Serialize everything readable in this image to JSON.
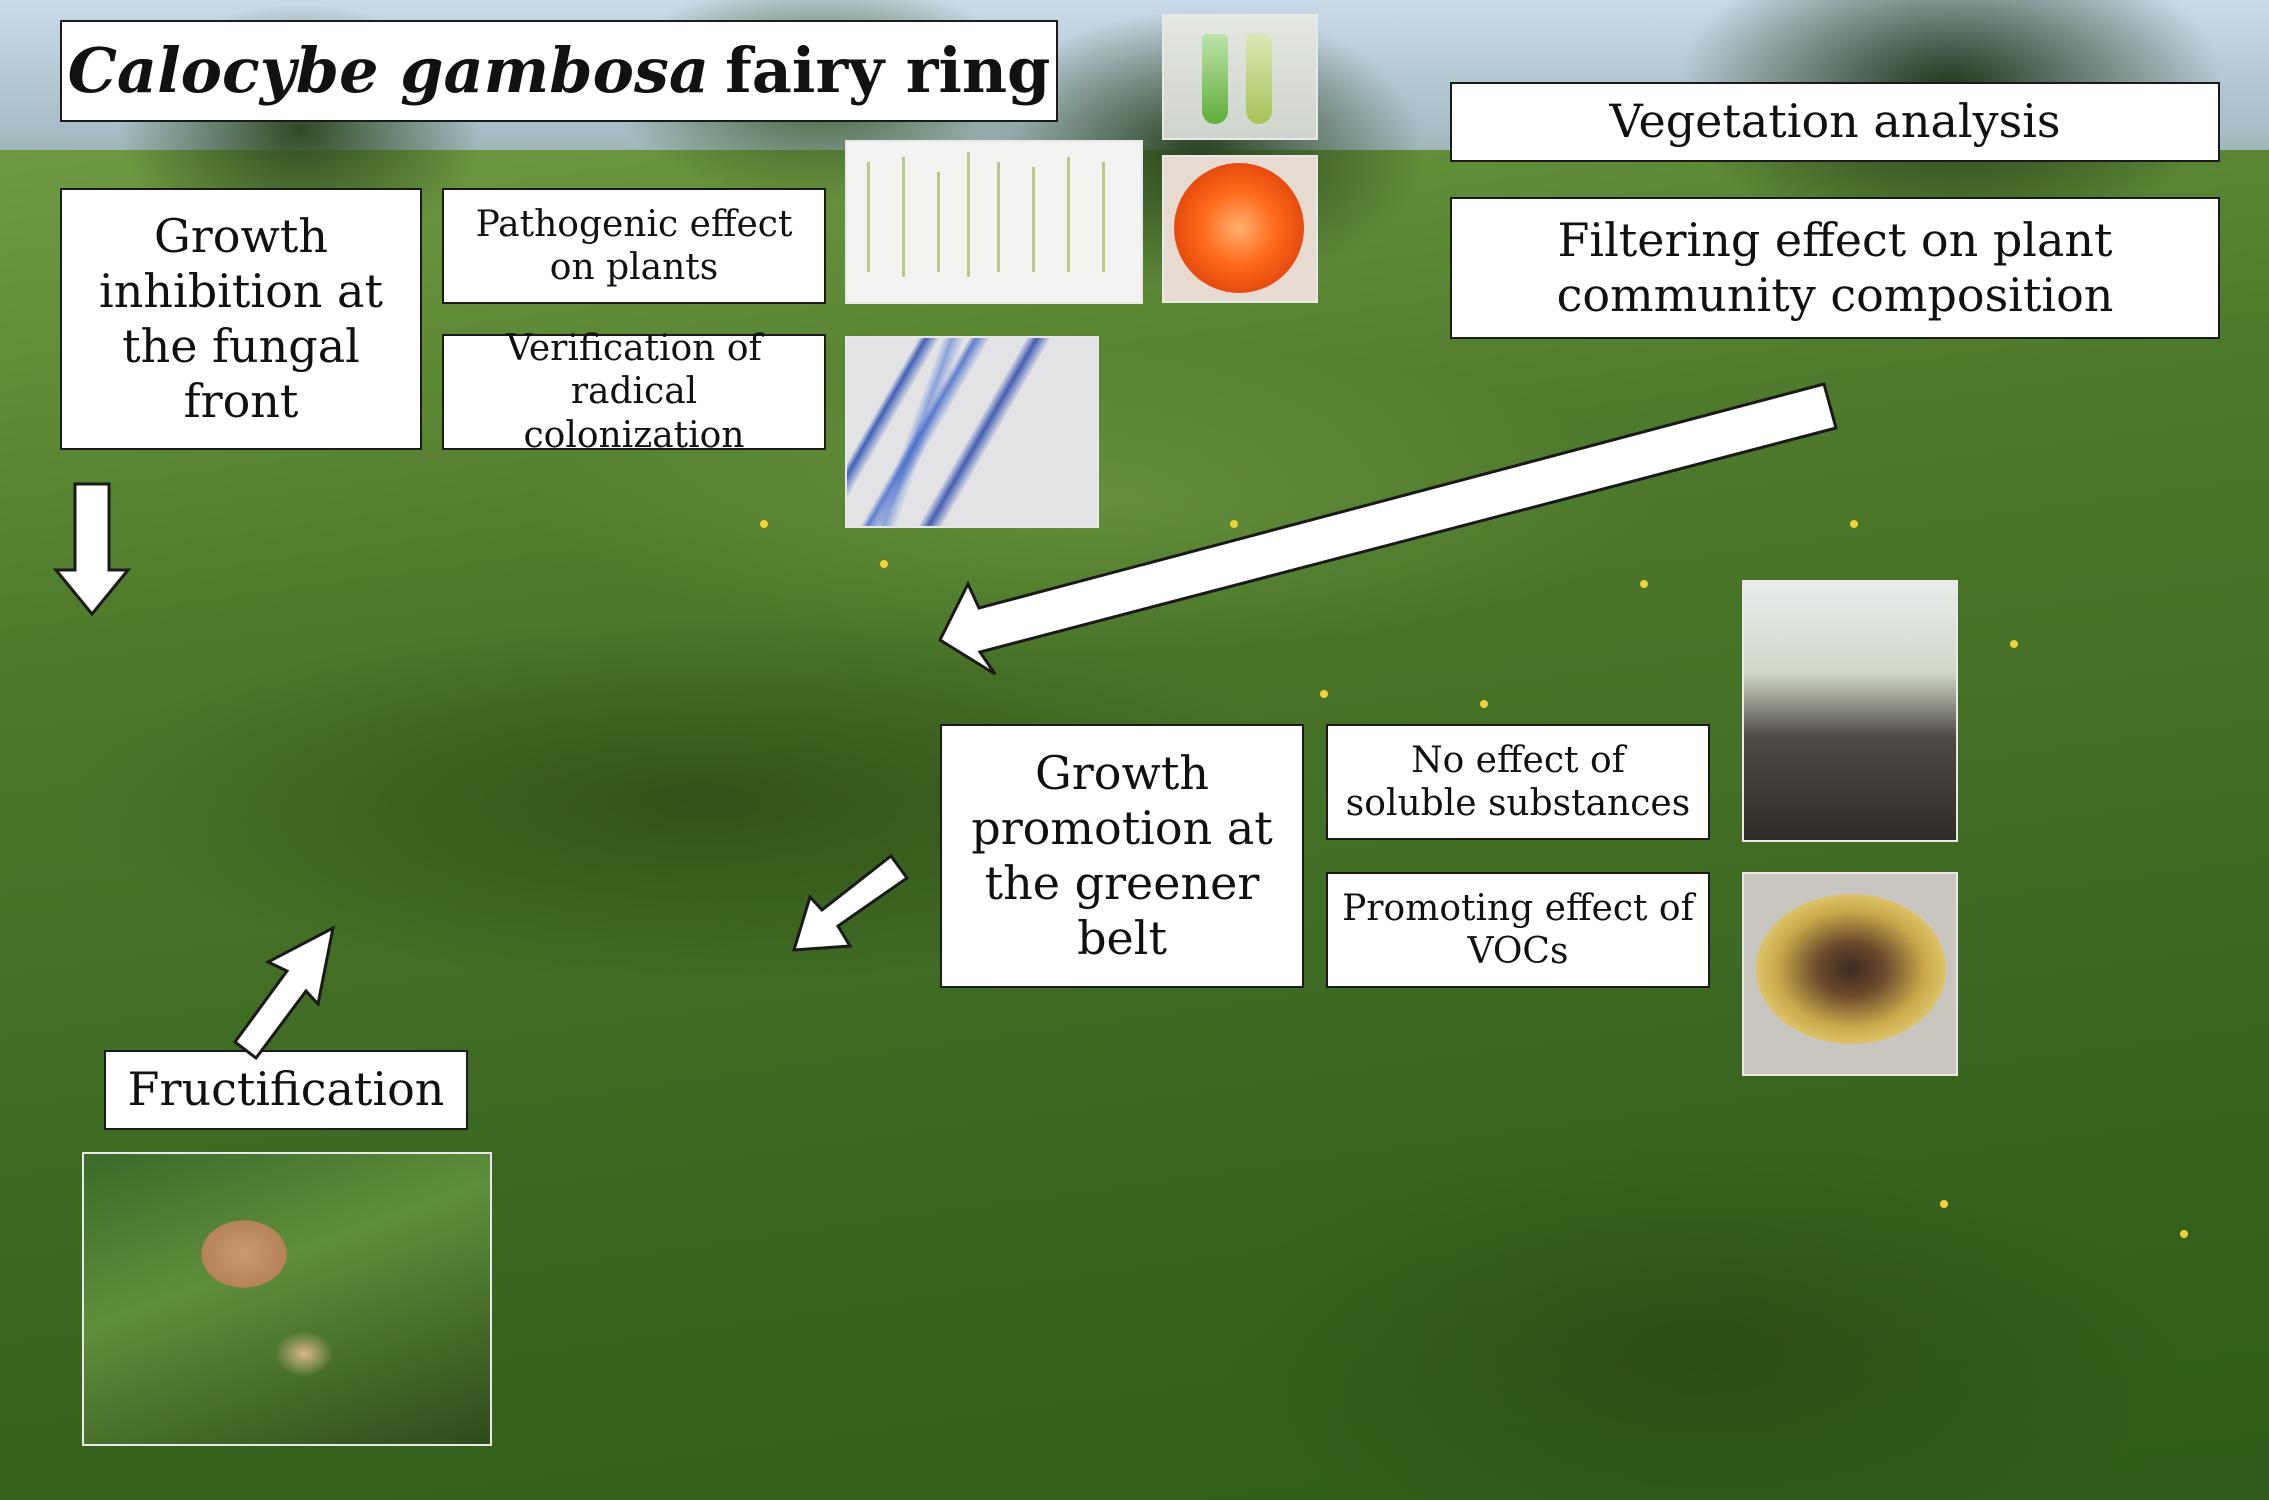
{
  "title": {
    "italic": "Calocybe gambosa",
    "regular": "fairy ring"
  },
  "boxes": {
    "vegetation": "Vegetation analysis",
    "filtering": "Filtering effect on plant community composition",
    "inhibition": "Growth inhibition at the fungal front",
    "pathogenic": "Pathogenic effect on plants",
    "verification": "Verification of radical colonization",
    "promotion": "Growth promotion at the greener belt",
    "no_effect": "No effect of soluble substances",
    "promoting_vocs": "Promoting effect of VOCs",
    "fructification": "Fructification"
  },
  "colors": {
    "box_fill": "#ffffff",
    "box_border": "#1a1a1a",
    "arrow_fill": "#ffffff",
    "arrow_stroke": "#1a1a1a"
  },
  "photos": [
    "tubes",
    "seedlings",
    "petri-dish-red",
    "stained-roots",
    "potted-grass",
    "petri-dish-yellow",
    "mushroom"
  ]
}
